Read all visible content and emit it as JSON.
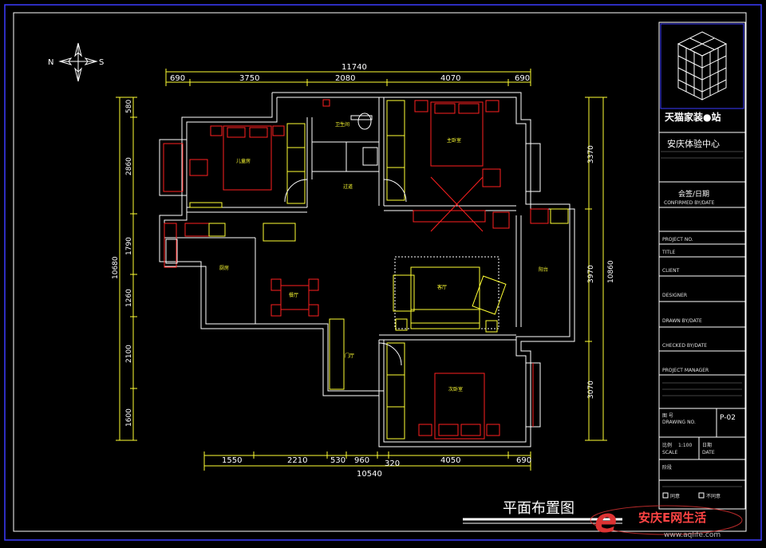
{
  "compass": {
    "north": "N",
    "south": "S"
  },
  "dims_top": {
    "total": "11740",
    "segments": [
      "690",
      "3750",
      "2080",
      "4070",
      "690"
    ]
  },
  "dims_bottom": {
    "total": "10540",
    "segments": [
      "1550",
      "2210",
      "530",
      "960",
      "320",
      "4050",
      "690"
    ]
  },
  "dims_left": {
    "total": "10680",
    "segments": [
      "580",
      "2860",
      "1790",
      "1260",
      "2100",
      "1600"
    ]
  },
  "dims_right": {
    "total": "10860",
    "segments": [
      "3370",
      "3970",
      "3070"
    ]
  },
  "rooms": {
    "child_bedroom": "儿童房",
    "master_bedroom": "主卧室",
    "bathroom": "卫生间",
    "kitchen": "厨房",
    "dining": "餐厅",
    "living": "客厅",
    "balcony": "阳台",
    "hall": "门厅",
    "corridor": "过道",
    "second_bedroom": "次卧室"
  },
  "drawing_title": "平面布置图",
  "title_block": {
    "brand": "天猫家装●站",
    "center_name": "安庆体验中心",
    "confirm_label": "会签/日期",
    "confirm_label_en": "CONFIRMED BY/DATE",
    "fields_en": [
      "PROJECT NO.",
      "TITLE",
      "CLIENT",
      "DESIGNER",
      "DRAWN BY/DATE",
      "CHECKED BY/DATE",
      "PROJECT MANAGER"
    ],
    "drawing_no_label": "图 号",
    "drawing_no_label_en": "DRAWING NO.",
    "drawing_no": "P-02",
    "scale_label": "比例",
    "scale_value": "1:100",
    "scale_label_en": "SCALE",
    "date_label": "日期",
    "date_label_en": "DATE",
    "stage_label": "阶段",
    "opt_yes": "同意",
    "opt_no": "不同意"
  },
  "watermark": {
    "text": "安庆E网生活",
    "url": "www.aqlife.com"
  },
  "colors": {
    "background": "#000000",
    "wall": "#ffff33",
    "furniture": "#ff2020",
    "border": "#3c3cff"
  }
}
